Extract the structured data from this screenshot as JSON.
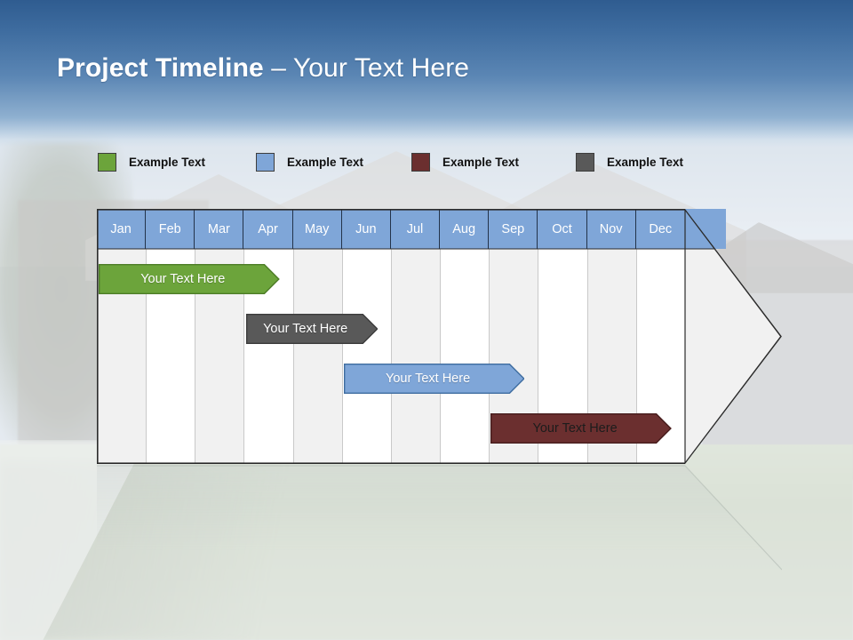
{
  "slide": {
    "title_bold": "Project Timeline",
    "title_light": " – Your Text Here"
  },
  "legend": {
    "items": [
      {
        "label": "Example Text",
        "color": "#6CA43B",
        "swatch_name": "legend-swatch-green"
      },
      {
        "label": "Example Text",
        "color": "#7FA6D8",
        "swatch_name": "legend-swatch-blue"
      },
      {
        "label": "Example Text",
        "color": "#6B2F2F",
        "swatch_name": "legend-swatch-darkred"
      },
      {
        "label": "Example Text",
        "color": "#595959",
        "swatch_name": "legend-swatch-gray"
      }
    ]
  },
  "timeline": {
    "header_color": "#7FA6D8",
    "months": [
      "Jan",
      "Feb",
      "Mar",
      "Apr",
      "May",
      "Jun",
      "Jul",
      "Aug",
      "Sep",
      "Oct",
      "Nov",
      "Dec"
    ],
    "bars": [
      {
        "label": "Your  Text Here",
        "color": "#6CA43B",
        "border": "#4E7D28",
        "start_month": "Jan",
        "end_month": "Apr",
        "text_style": "light"
      },
      {
        "label": "Your  Text Here",
        "color": "#595959",
        "border": "#3C3C3C",
        "start_month": "Apr",
        "end_month": "Jun",
        "text_style": "light"
      },
      {
        "label": "Your  Text Here",
        "color": "#7FA6D8",
        "border": "#3F6DA0",
        "start_month": "Jun",
        "end_month": "Sep",
        "text_style": "light"
      },
      {
        "label": "Your  Text Here",
        "color": "#6B2F2F",
        "border": "#471D1D",
        "start_month": "Sep",
        "end_month": "Dec",
        "text_style": "dark"
      }
    ]
  },
  "chart_data": {
    "type": "bar",
    "title": "Project Timeline – Your Text Here",
    "xlabel": "",
    "ylabel": "",
    "categories": [
      "Jan",
      "Feb",
      "Mar",
      "Apr",
      "May",
      "Jun",
      "Jul",
      "Aug",
      "Sep",
      "Oct",
      "Nov",
      "Dec"
    ],
    "legend_position": "top",
    "grid": true,
    "series": [
      {
        "name": "Example Text",
        "label": "Your  Text Here",
        "color": "#6CA43B",
        "start": 0.0,
        "end": 3.9,
        "row": 0
      },
      {
        "name": "Example Text",
        "label": "Your  Text Here",
        "color": "#595959",
        "start": 3.0,
        "end": 6.0,
        "row": 1
      },
      {
        "name": "Example Text",
        "label": "Your  Text Here",
        "color": "#7FA6D8",
        "start": 5.0,
        "end": 9.0,
        "row": 2
      },
      {
        "name": "Example Text",
        "label": "Your  Text Here",
        "color": "#6B2F2F",
        "start": 8.0,
        "end": 12.0,
        "row": 3
      }
    ]
  }
}
